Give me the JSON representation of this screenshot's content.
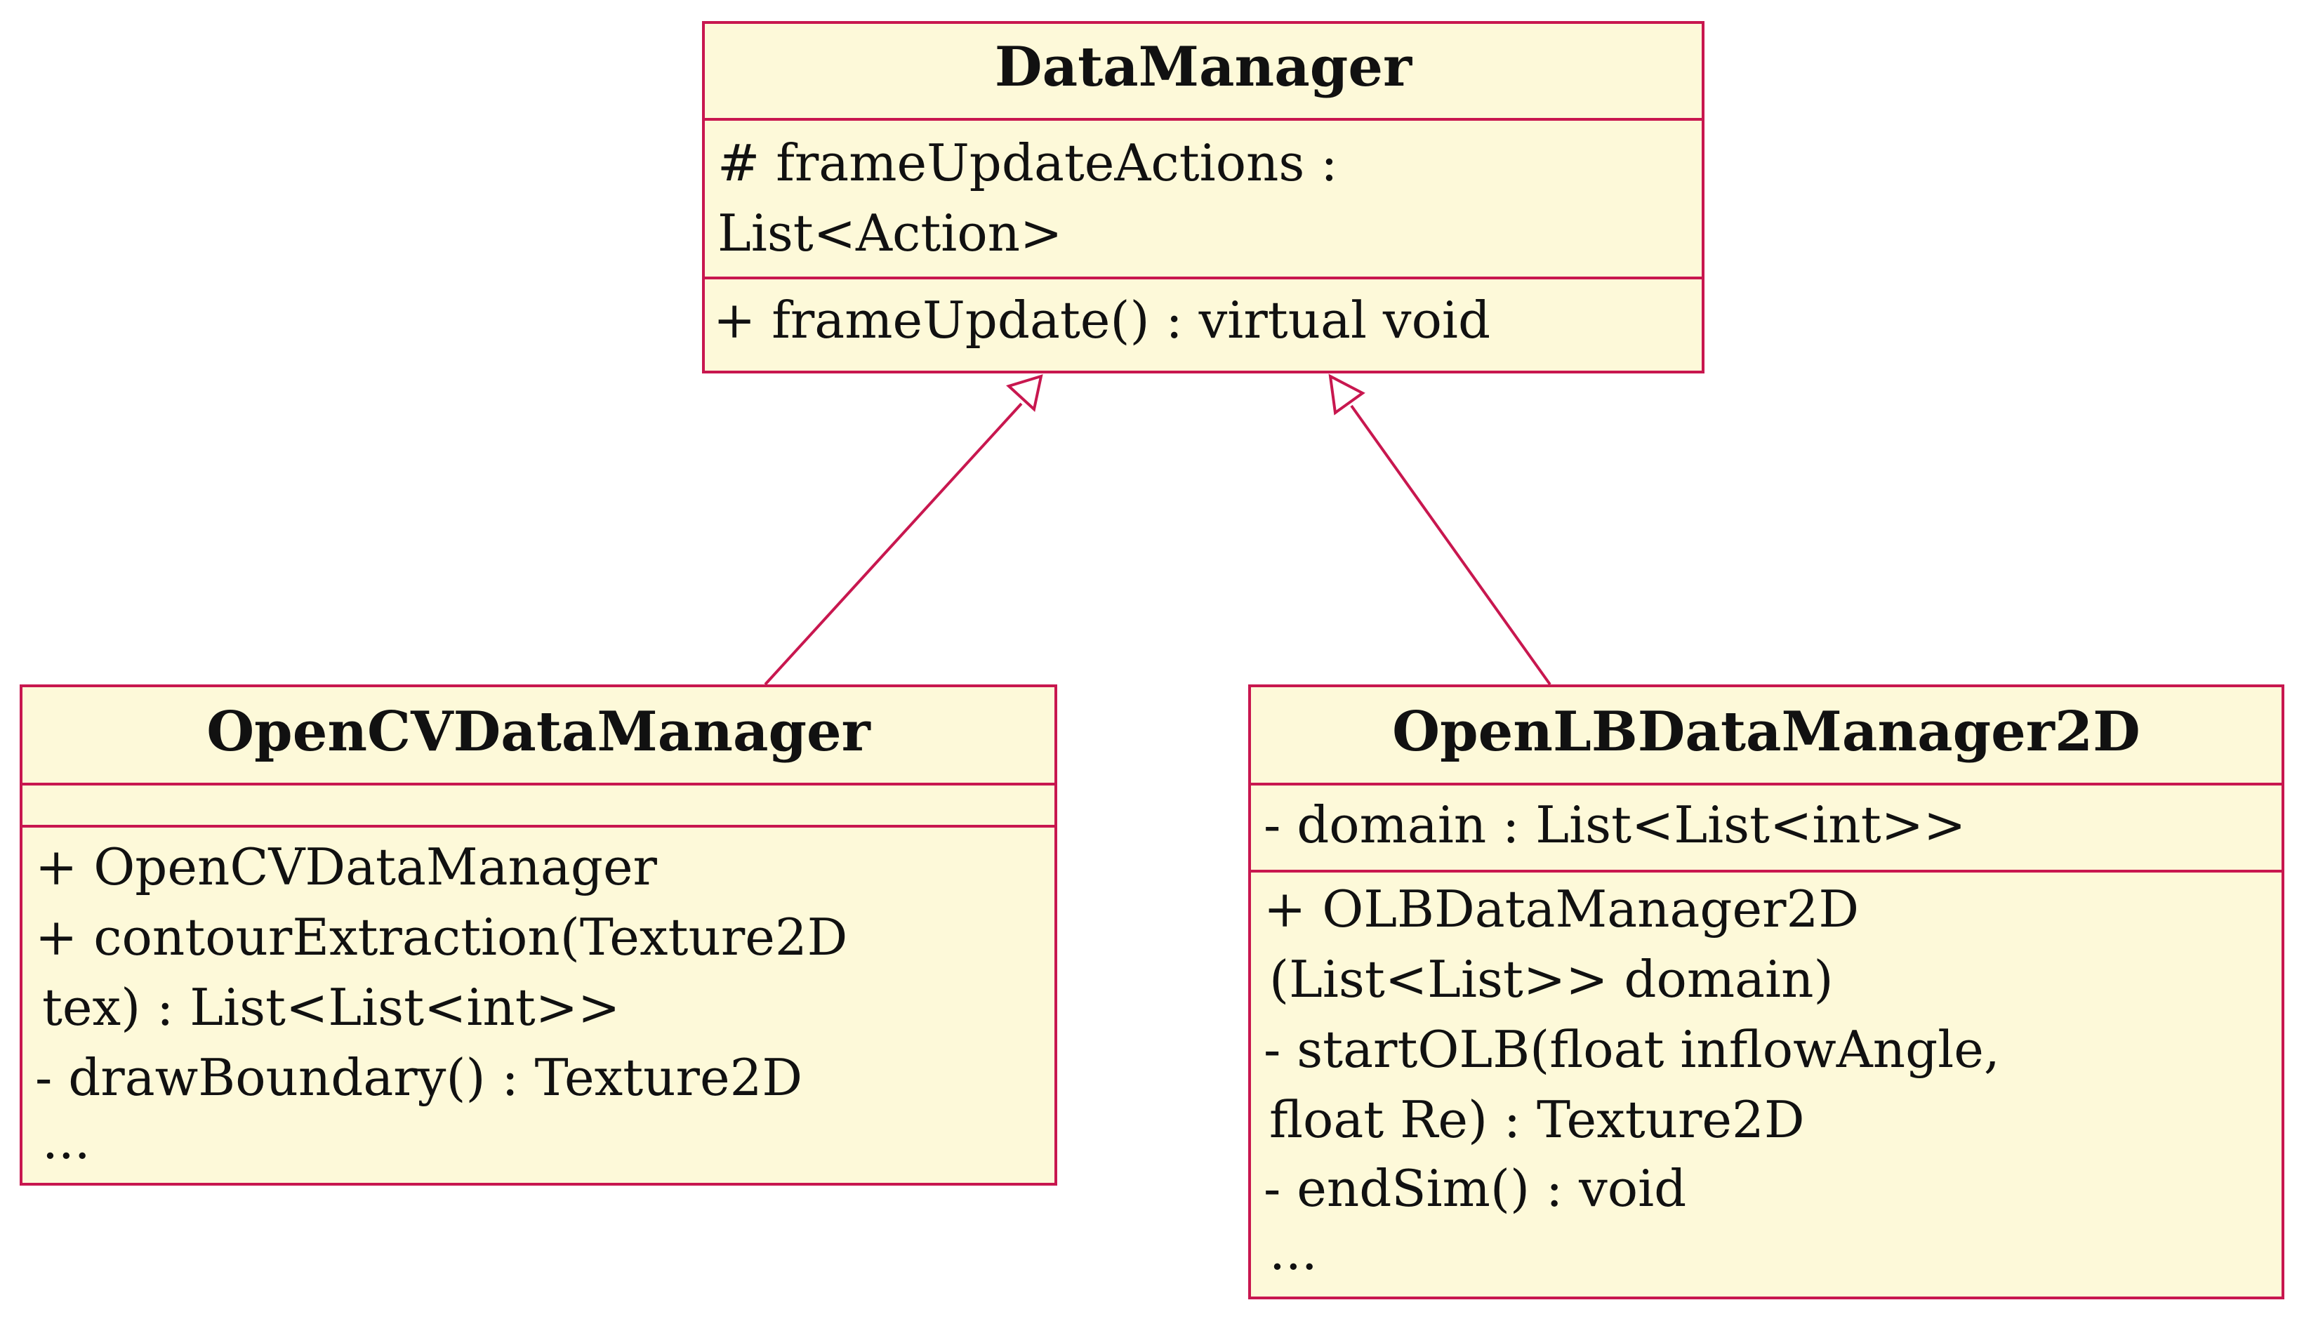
{
  "colors": {
    "border": "#c8174f",
    "fill": "#fdf9d9",
    "text": "#111111"
  },
  "classes": {
    "data_manager": {
      "name": "DataManager",
      "attributes": [
        "# frameUpdateActions :",
        "List<Action>"
      ],
      "operations": [
        "+ frameUpdate() : virtual void"
      ]
    },
    "opencv_data_manager": {
      "name": "OpenCVDataManager",
      "attributes": [],
      "operations": [
        "+ OpenCVDataManager",
        "+ contourExtraction(Texture2D",
        "tex) : List<List<int>>",
        "- drawBoundary() : Texture2D",
        "..."
      ]
    },
    "openlb_data_manager_2d": {
      "name": "OpenLBDataManager2D",
      "attributes": [
        "- domain : List<List<int>>"
      ],
      "operations": [
        "+ OLBDataManager2D",
        "(List<List>> domain)",
        "- startOLB(float inflowAngle,",
        "float Re) : Texture2D",
        "- endSim() : void",
        "..."
      ]
    }
  },
  "relationships": [
    {
      "type": "generalization",
      "from": "OpenCVDataManager",
      "to": "DataManager"
    },
    {
      "type": "generalization",
      "from": "OpenLBDataManager2D",
      "to": "DataManager"
    }
  ]
}
